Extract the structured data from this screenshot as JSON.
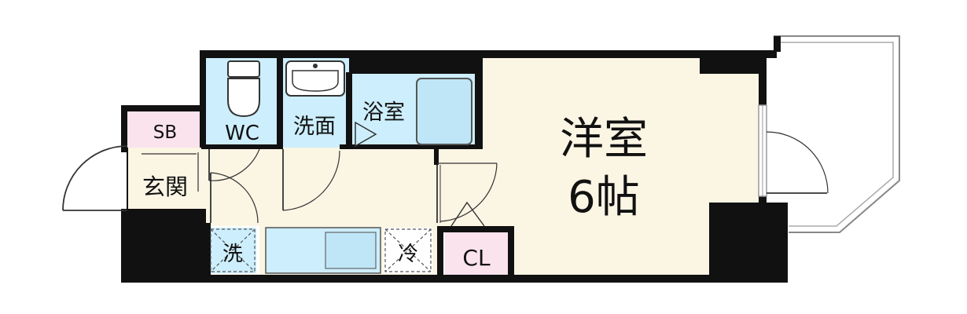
{
  "rooms": {
    "western_room": {
      "name": "洋室",
      "size": "6帖"
    },
    "wc": "WC",
    "washroom": "洗面",
    "bathroom": "浴室",
    "entrance": "玄関",
    "shoe_box": "SB",
    "closet": "CL",
    "washer": "洗",
    "fridge": "冷"
  },
  "colors": {
    "wall": "#111111",
    "room_floor": "#fbf5e4",
    "wet_area": "#cdeefc",
    "storage": "#fbe3ee",
    "balcony": "#ffffff"
  }
}
